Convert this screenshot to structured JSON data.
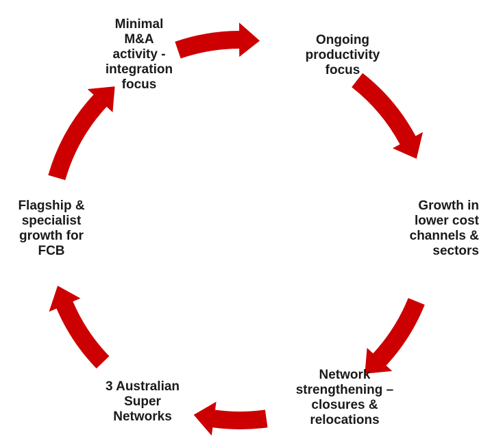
{
  "diagram": {
    "nodes": [
      {
        "id": "minimal",
        "text": "Minimal\nM&A\nactivity -\nintegration\nfocus"
      },
      {
        "id": "productivity",
        "text": "Ongoing\nproductivity\nfocus"
      },
      {
        "id": "growth",
        "text": "Growth in\nlower cost\nchannels &\nsectors"
      },
      {
        "id": "network",
        "text": "Network\nstrengthening –\nclosures &\nrelocations"
      },
      {
        "id": "super",
        "text": "3 Australian\nSuper\nNetworks"
      },
      {
        "id": "flagship",
        "text": "Flagship &\nspecialist\ngrowth for\nFCB"
      }
    ],
    "colors": {
      "arrow": "#cc0000",
      "text": "#1a1a1a",
      "background": "#ffffff"
    },
    "arrow_icon": "curved-arrow-clockwise"
  }
}
